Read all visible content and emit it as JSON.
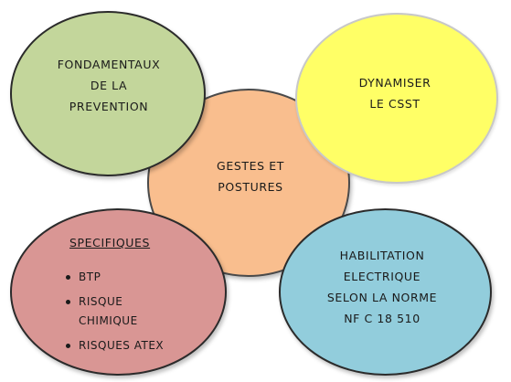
{
  "diagram": {
    "center": {
      "lines": [
        "GESTES ET",
        "POSTURES"
      ],
      "color": "#f9be8e"
    },
    "top_left": {
      "lines": [
        "FONDAMENTAUX",
        "DE LA",
        "PREVENTION"
      ],
      "color": "#c3d69b"
    },
    "top_right": {
      "lines": [
        "DYNAMISER",
        "LE CSST"
      ],
      "color": "#ffff66"
    },
    "bottom_left": {
      "title": "SPECIFIQUES",
      "items": [
        "BTP",
        "RISQUE CHIMIQUE",
        "RISQUES ATEX"
      ],
      "color": "#d99694"
    },
    "bottom_right": {
      "lines": [
        "HABILITATION",
        "ELECTRIQUE",
        "SELON LA NORME",
        "NF C 18 510"
      ],
      "color": "#92cddc"
    }
  }
}
